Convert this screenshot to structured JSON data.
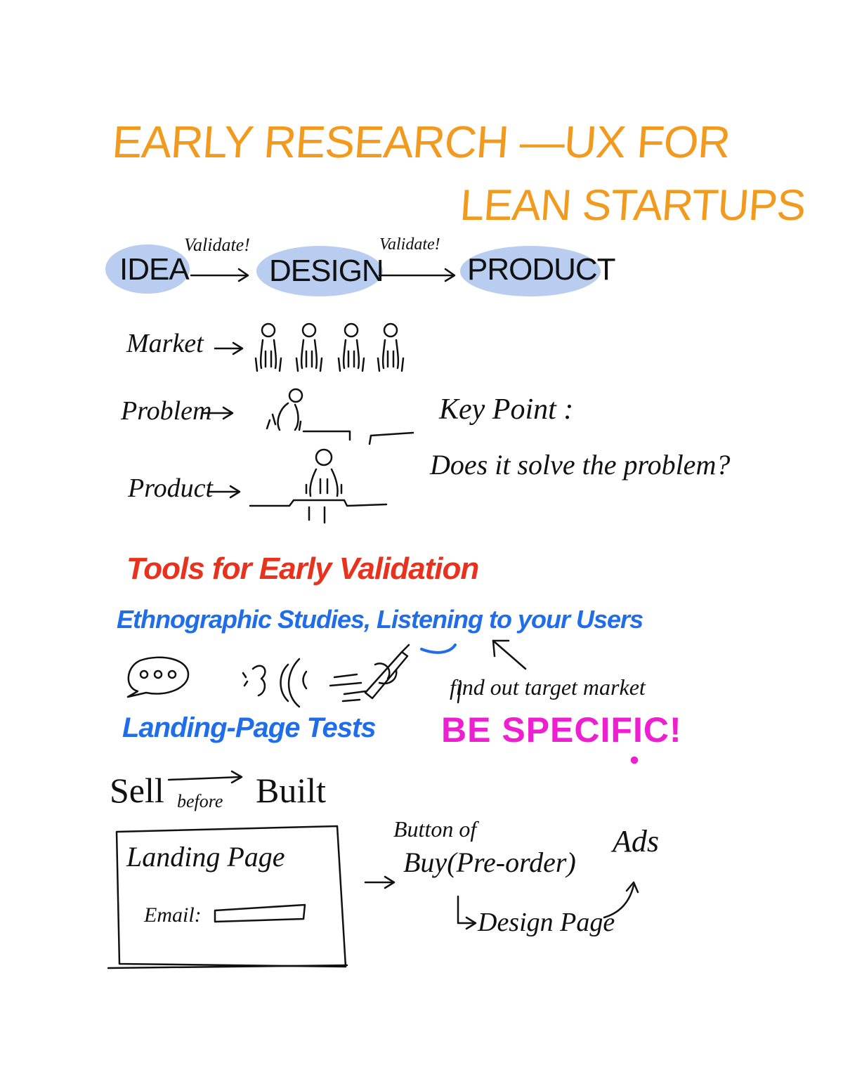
{
  "title": {
    "line1": "EARLY RESEARCH —UX FOR",
    "line2": "LEAN STARTUPS"
  },
  "flow": {
    "stages": [
      "IDEA",
      "DESIGN",
      "PRODUCT"
    ],
    "arrow_labels": [
      "Validate!",
      "Validate!"
    ]
  },
  "rows": {
    "market": "Market",
    "problem": "Problem",
    "product": "Product"
  },
  "key_point": {
    "label": "Key Point :",
    "question": "Does it solve the problem?"
  },
  "tools_heading": "Tools for Early Validation",
  "ethnographic": "Ethnographic Studies, Listening to your Users",
  "annotation": "find out target market",
  "be_specific": "BE SPECIFIC!",
  "landing_tests": "Landing-Page Tests",
  "sell": {
    "sell": "Sell",
    "before": "before",
    "built": "Built"
  },
  "landing_box": {
    "title": "Landing Page",
    "email_label": "Email:"
  },
  "button_note": {
    "line1": "Button of",
    "line2": "Buy(Pre-order)"
  },
  "design_page": "Design Page",
  "ads": "Ads",
  "colors": {
    "orange": "#f29a1e",
    "blue_highlight": "#b9cdf1",
    "red": "#e8321e",
    "blue": "#1f6ee8",
    "magenta": "#ee1fd0",
    "ink": "#111111"
  },
  "icons": [
    "people-group-icon",
    "thinking-person-icon",
    "standing-person-icon",
    "speech-bubble-icon",
    "ear-listening-icon",
    "pen-writing-icon"
  ]
}
